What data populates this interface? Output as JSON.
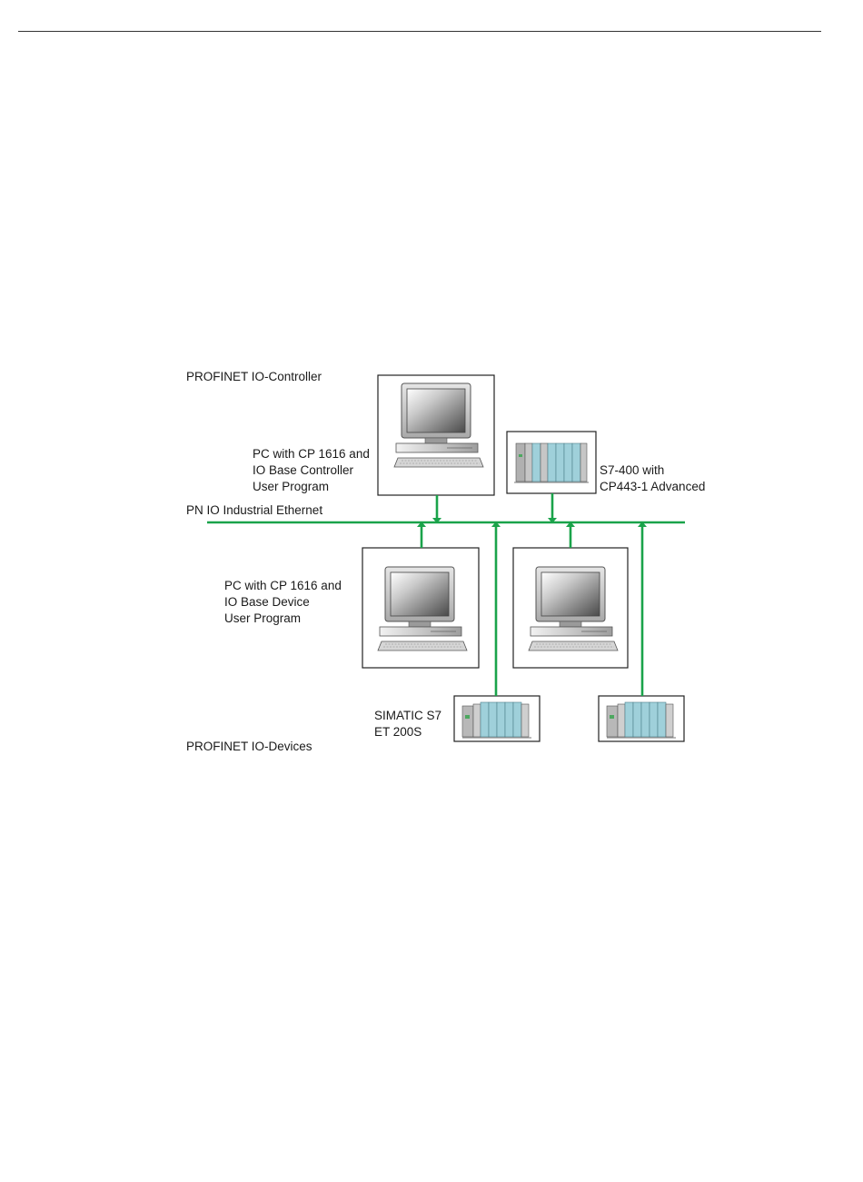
{
  "diagram": {
    "controller_section_label": "PROFINET IO-Controller",
    "devices_section_label": "PROFINET IO-Devices",
    "network_label": "PN IO Industrial Ethernet",
    "pc_controller": [
      "PC with CP 1616 and",
      "IO Base Controller",
      "User Program"
    ],
    "s7_400": [
      "S7-400 with",
      "CP443-1 Advanced"
    ],
    "pc_device": [
      "PC with CP 1616 and",
      "IO Base Device",
      "User Program"
    ],
    "et200s": [
      "SIMATIC S7",
      "ET 200S"
    ],
    "icons": [
      "pc-icon",
      "s7-400-rack-icon",
      "et200s-module-icon"
    ],
    "colors": {
      "network": "#1aa34a",
      "frame": "#222222",
      "module_accent": "#9fd0da"
    }
  }
}
